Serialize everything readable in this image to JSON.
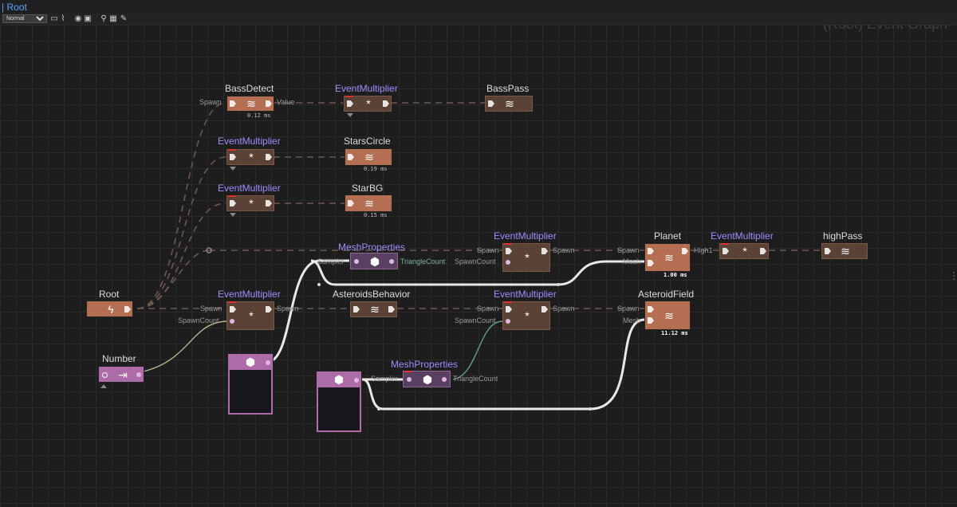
{
  "breadcrumb": "| Root",
  "toolbar": {
    "mode_select": "Normal",
    "icons": [
      "monitor-icon",
      "curve-icon",
      "eye-icon",
      "frame-icon",
      "search-icon",
      "grid-icon",
      "wrench-icon"
    ]
  },
  "graph": {
    "title": "(Root) Event Graph"
  },
  "nodes": {
    "bass_detect": {
      "title": "BassDetect",
      "time": "0.12 ms",
      "in_label": "Spawn",
      "out_label": "Value"
    },
    "em1": {
      "title": "EventMultiplier"
    },
    "bass_pass": {
      "title": "BassPass"
    },
    "em2": {
      "title": "EventMultiplier"
    },
    "stars_circle": {
      "title": "StarsCircle",
      "time": "0.19 ms"
    },
    "em3": {
      "title": "EventMultiplier"
    },
    "star_bg": {
      "title": "StarBG",
      "time": "0.15 ms"
    },
    "mesh_props1": {
      "title": "MeshProperties",
      "in_label": "Sampler",
      "out_label": "TriangleCount"
    },
    "em4": {
      "title": "EventMultiplier",
      "in_label": "SpawnCount",
      "in_label2": "Spawn",
      "out_label": "Spawn"
    },
    "planet": {
      "title": "Planet",
      "time": "1.00 ms",
      "in_label": "Spawn",
      "in_label2": "Mesh",
      "out_label": "High1"
    },
    "em5": {
      "title": "EventMultiplier"
    },
    "high_pass": {
      "title": "highPass"
    },
    "root": {
      "title": "Root"
    },
    "em6": {
      "title": "EventMultiplier",
      "in_label": "Spawn",
      "in_label2": "SpawnCount",
      "out_label": "Spawn"
    },
    "asteroids_behavior": {
      "title": "AsteroidsBehavior"
    },
    "em7": {
      "title": "EventMultiplier",
      "in_label": "Spawn",
      "in_label2": "SpawnCount",
      "out_label": "Spawn"
    },
    "asteroid_field": {
      "title": "AsteroidField",
      "time": "11.12 ms",
      "in_label": "Spawn",
      "in_label2": "Mesh"
    },
    "number": {
      "title": "Number"
    },
    "mesh_props2": {
      "title": "MeshProperties",
      "in_label": "Sampler",
      "out_label": "TriangleCount"
    }
  },
  "colors": {
    "system_node": "#b46e52",
    "operator_node": "#5a4236",
    "property_node": "#5a4060",
    "source_node": "#ad6ca8",
    "operator_title": "#9a8fff",
    "event_wire": "#6e5650",
    "data_wire": "#e8e8e8"
  }
}
